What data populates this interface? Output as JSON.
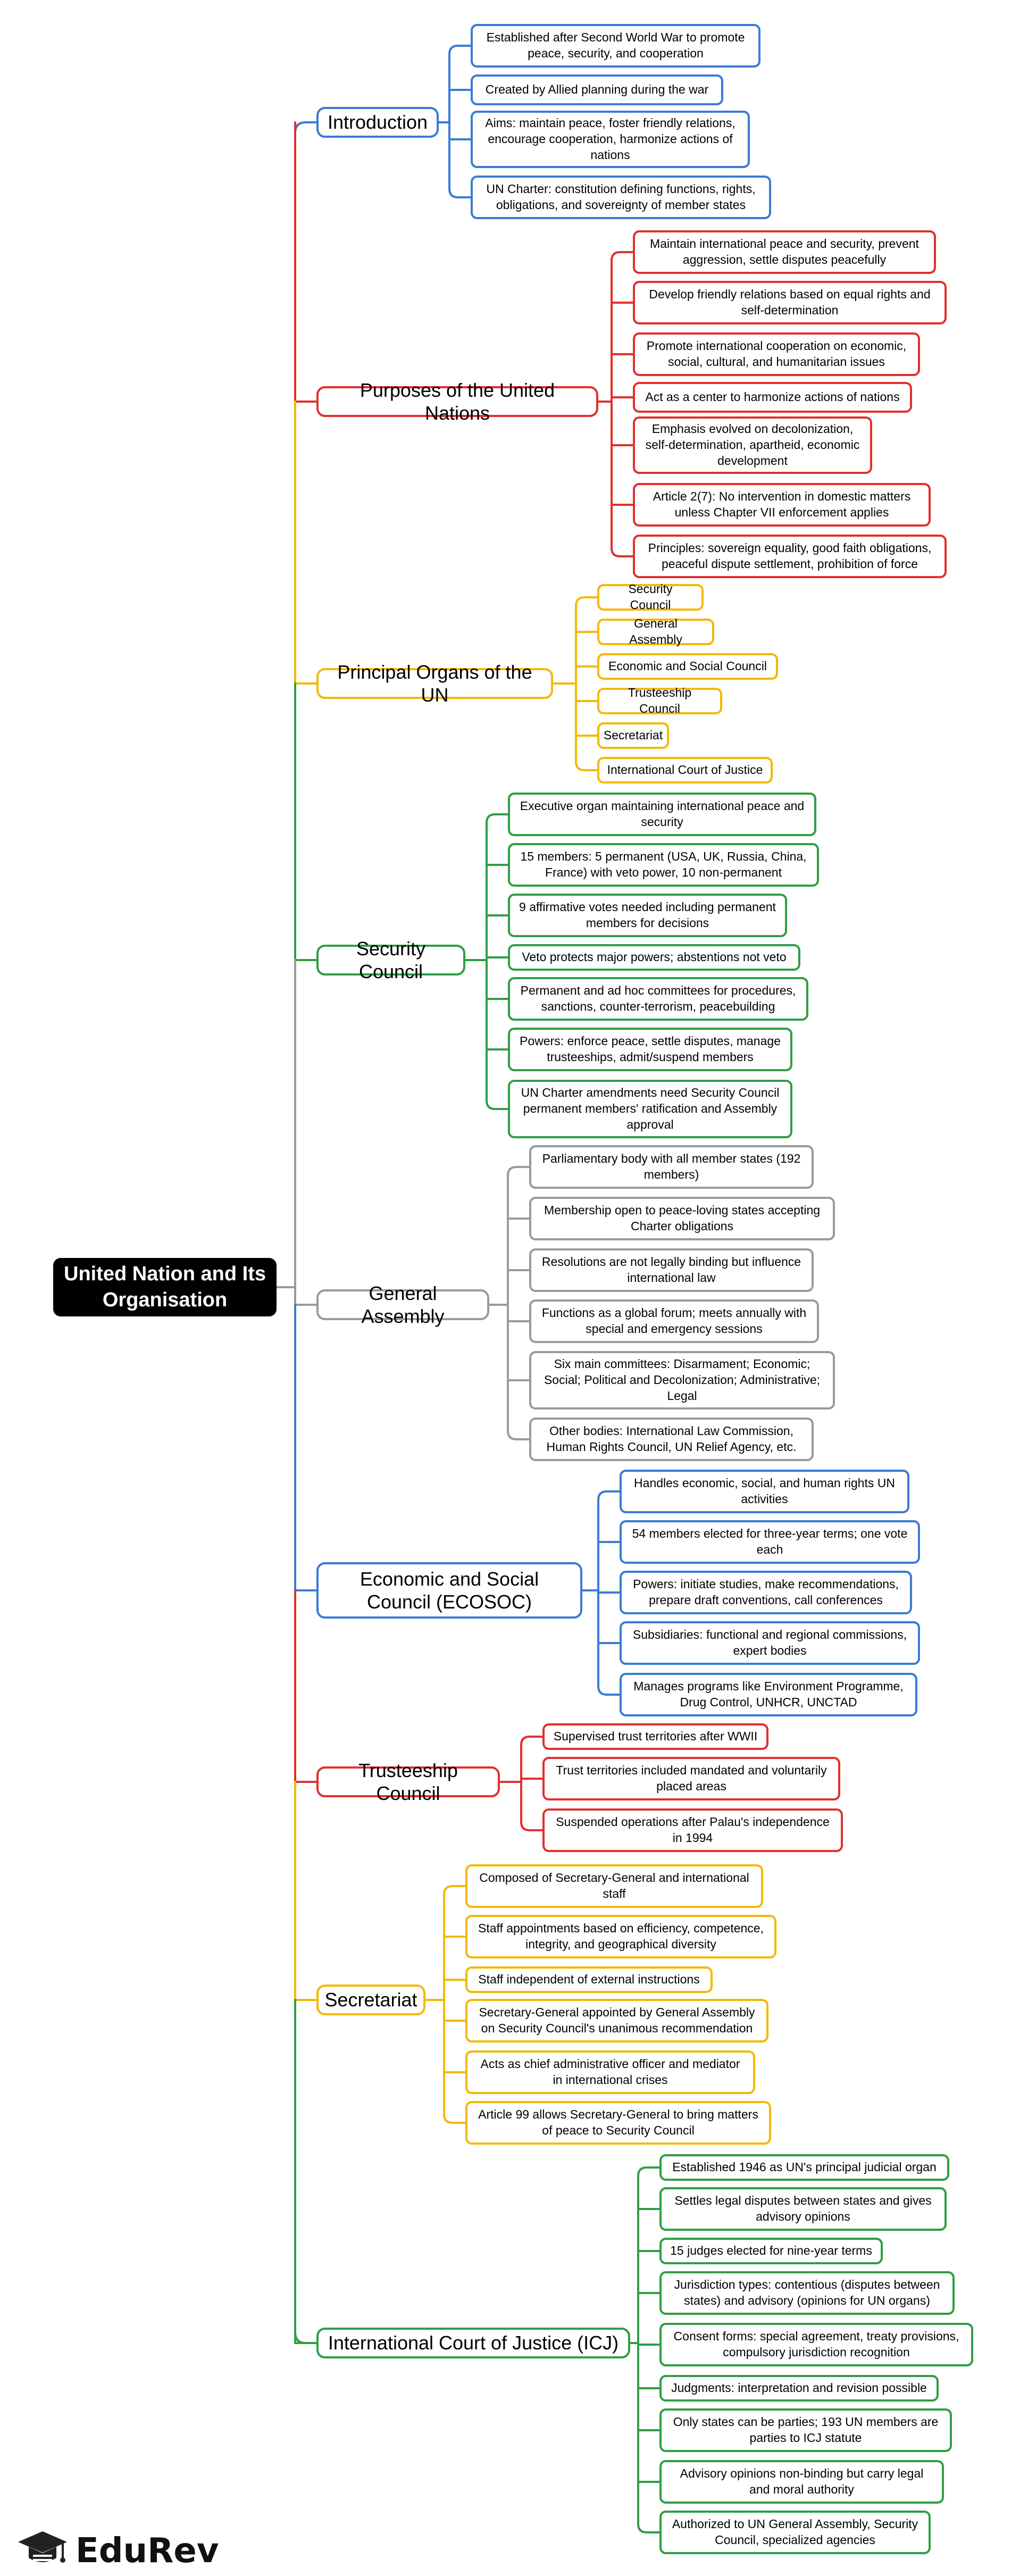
{
  "root": "United Nation and Its Organisation",
  "colors": {
    "blue": "#3a7bd5",
    "red": "#e0302e",
    "yellow": "#f5b800",
    "green": "#2f9e44",
    "gray": "#9a9a9a"
  },
  "branches": [
    {
      "title": "Introduction",
      "color": "blue",
      "children": [
        "Established after Second World War to promote peace, security, and cooperation",
        "Created by Allied planning during the war",
        "Aims: maintain peace, foster friendly relations, encourage cooperation, harmonize actions of nations",
        "UN Charter: constitution defining functions, rights, obligations, and sovereignty of member states"
      ]
    },
    {
      "title": "Purposes of the United Nations",
      "color": "red",
      "children": [
        "Maintain international peace and security, prevent aggression, settle disputes peacefully",
        "Develop friendly relations based on equal rights and self-determination",
        "Promote international cooperation on economic, social, cultural, and humanitarian issues",
        "Act as a center to harmonize actions of nations",
        "Emphasis evolved on decolonization, self-determination, apartheid, economic development",
        "Article 2(7): No intervention in domestic matters unless Chapter VII enforcement applies",
        "Principles: sovereign equality, good faith obligations, peaceful dispute settlement, prohibition of force"
      ]
    },
    {
      "title": "Principal Organs of the UN",
      "color": "yellow",
      "children": [
        "Security Council",
        "General Assembly",
        "Economic and Social Council",
        "Trusteeship Council",
        "Secretariat",
        "International Court of Justice"
      ]
    },
    {
      "title": "Security Council",
      "color": "green",
      "children": [
        "Executive organ maintaining international peace and security",
        "15 members: 5 permanent (USA, UK, Russia, China, France) with veto power, 10 non-permanent",
        "9 affirmative votes needed including permanent members for decisions",
        "Veto protects major powers; abstentions not veto",
        "Permanent and ad hoc committees for procedures, sanctions, counter-terrorism, peacebuilding",
        "Powers: enforce peace, settle disputes, manage trusteeships, admit/suspend members",
        "UN Charter amendments need Security Council permanent members' ratification and Assembly approval"
      ]
    },
    {
      "title": "General Assembly",
      "color": "gray",
      "children": [
        "Parliamentary body with all member states (192 members)",
        "Membership open to peace-loving states accepting Charter obligations",
        "Resolutions are not legally binding but influence international law",
        "Functions as a global forum; meets annually with special and emergency sessions",
        "Six main committees: Disarmament; Economic; Social; Political and Decolonization; Administrative; Legal",
        "Other bodies: International Law Commission, Human Rights Council, UN Relief Agency, etc."
      ]
    },
    {
      "title": "Economic and Social Council (ECOSOC)",
      "color": "blue",
      "children": [
        "Handles economic, social, and human rights UN activities",
        "54 members elected for three-year terms; one vote each",
        "Powers: initiate studies, make recommendations, prepare draft conventions, call conferences",
        "Subsidiaries: functional and regional commissions, expert bodies",
        "Manages programs like Environment Programme, Drug Control, UNHCR, UNCTAD"
      ]
    },
    {
      "title": "Trusteeship Council",
      "color": "red",
      "children": [
        "Supervised trust territories after WWII",
        "Trust territories included mandated and voluntarily placed areas",
        "Suspended operations after Palau's independence in 1994"
      ]
    },
    {
      "title": "Secretariat",
      "color": "yellow",
      "children": [
        "Composed of Secretary-General and international staff",
        "Staff appointments based on efficiency, competence, integrity, and geographical diversity",
        "Staff independent of external instructions",
        "Secretary-General appointed by General Assembly on Security Council's unanimous recommendation",
        "Acts as chief administrative officer and mediator in international crises",
        "Article 99 allows Secretary-General to bring matters of peace to Security Council"
      ]
    },
    {
      "title": "International Court of Justice (ICJ)",
      "color": "green",
      "children": [
        "Established 1946 as UN's principal judicial organ",
        "Settles legal disputes between states and gives advisory opinions",
        "15 judges elected for nine-year terms",
        "Jurisdiction types: contentious (disputes between states) and advisory (opinions for UN organs)",
        "Consent forms: special agreement, treaty provisions, compulsory jurisdiction recognition",
        "Judgments: interpretation and revision possible",
        "Only states can be parties; 193 UN members are parties to ICJ statute",
        "Advisory opinions non-binding but carry legal and moral authority",
        "Authorized to UN General Assembly, Security Council, specialized agencies"
      ]
    }
  ],
  "brand": {
    "name": "EduRev",
    "icon": "graduation-cap-icon"
  }
}
